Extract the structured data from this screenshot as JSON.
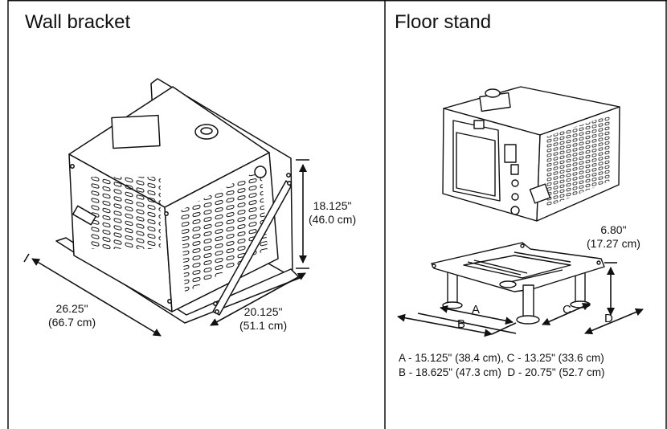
{
  "panels": {
    "left": {
      "title": "Wall bracket"
    },
    "right": {
      "title": "Floor stand"
    }
  },
  "wall_bracket": {
    "height_in": "18.125\"",
    "height_cm": "(46.0 cm)",
    "width_in": "26.25\"",
    "width_cm": "(66.7 cm)",
    "depth_in": "20.125\"",
    "depth_cm": "(51.1 cm)"
  },
  "floor_stand": {
    "height_in": "6.80\"",
    "height_cm": "(17.27 cm)",
    "labels": {
      "a": "A",
      "b": "B",
      "c": "C",
      "d": "D"
    },
    "legend_line1": "A - 15.125\" (38.4 cm), C - 13.25\" (33.6 cm)",
    "legend_line2": "B - 18.625\" (47.3 cm)  D - 20.75\" (52.7 cm)"
  },
  "colors": {
    "line": "#111111",
    "fill": "#ffffff",
    "vent": "#111111"
  }
}
